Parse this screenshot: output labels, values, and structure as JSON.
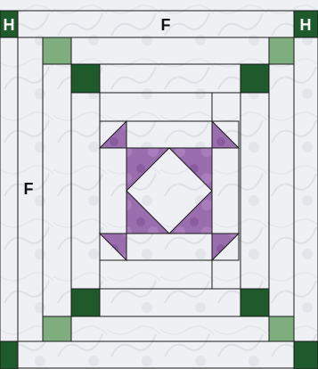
{
  "labels": {
    "corner_top_left": "H",
    "corner_top_right": "H",
    "top_border": "F",
    "left_border": "F"
  },
  "colors": {
    "background": "#f2f3f6",
    "fabric_light": "#eceef2",
    "outline": "#1a1a1a",
    "dark_green": "#1f5a2c",
    "light_green": "#7fae7e",
    "purple": "#8c5fa0",
    "purple_mottled": "#a77bb7",
    "label_on_green": "#ffffff",
    "label_on_fabric": "#111111"
  },
  "icons": {
    "corner_square_dark": "dark-green-square",
    "corner_square_light": "light-green-square",
    "center_triangle": "purple-triangle",
    "center_diamond": "white-diamond"
  }
}
